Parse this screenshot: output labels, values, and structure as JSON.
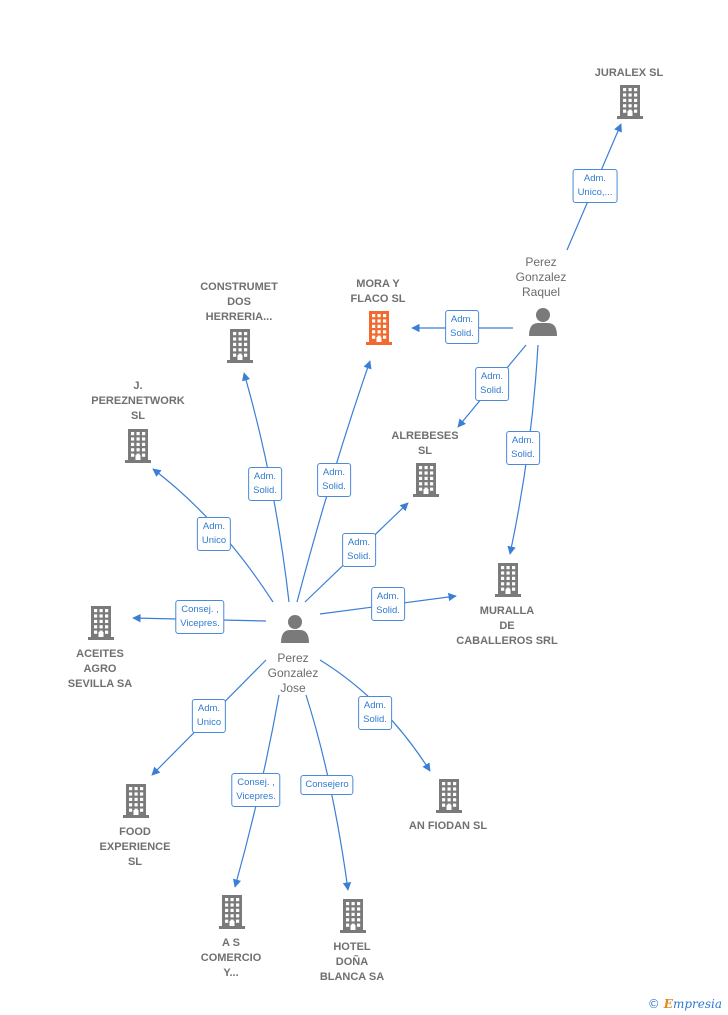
{
  "nodes": [
    {
      "id": "juralex",
      "type": "company",
      "highlight": false,
      "label": [
        "JURALEX  SL"
      ]
    },
    {
      "id": "raquel",
      "type": "person",
      "highlight": false,
      "label": [
        "Perez",
        "Gonzalez",
        "Raquel"
      ]
    },
    {
      "id": "mora",
      "type": "company",
      "highlight": true,
      "label": [
        "MORA  Y",
        "FLACO  SL"
      ]
    },
    {
      "id": "construmet",
      "type": "company",
      "highlight": false,
      "label": [
        "CONSTRUMET",
        "DOS",
        "HERRERIA..."
      ]
    },
    {
      "id": "pereznetwork",
      "type": "company",
      "highlight": false,
      "label": [
        "J.",
        "PEREZNETWORK",
        "SL"
      ]
    },
    {
      "id": "alrebeses",
      "type": "company",
      "highlight": false,
      "label": [
        "ALREBESES",
        "SL"
      ]
    },
    {
      "id": "muralla",
      "type": "company",
      "highlight": false,
      "label": [
        "MURALLA",
        "DE",
        "CABALLEROS SRL"
      ]
    },
    {
      "id": "jose",
      "type": "person",
      "highlight": false,
      "label": [
        "Perez",
        "Gonzalez",
        "Jose"
      ]
    },
    {
      "id": "aceites",
      "type": "company",
      "highlight": false,
      "label": [
        "ACEITES",
        "AGRO",
        "SEVILLA SA"
      ]
    },
    {
      "id": "food",
      "type": "company",
      "highlight": false,
      "label": [
        "FOOD",
        "EXPERIENCE",
        "SL"
      ]
    },
    {
      "id": "ascomercio",
      "type": "company",
      "highlight": false,
      "label": [
        "A S",
        "COMERCIO",
        "Y..."
      ]
    },
    {
      "id": "hotel",
      "type": "company",
      "highlight": false,
      "label": [
        "HOTEL",
        "DOÑA",
        "BLANCA SA"
      ]
    },
    {
      "id": "anfiodan",
      "type": "company",
      "highlight": false,
      "label": [
        "AN FIODAN  SL"
      ]
    }
  ],
  "edges": [
    {
      "from": "raquel",
      "to": "juralex",
      "label": [
        "Adm.",
        "Unico,..."
      ]
    },
    {
      "from": "raquel",
      "to": "mora",
      "label": [
        "Adm.",
        "Solid."
      ]
    },
    {
      "from": "raquel",
      "to": "alrebeses",
      "label": [
        "Adm.",
        "Solid."
      ]
    },
    {
      "from": "raquel",
      "to": "muralla",
      "label": [
        "Adm.",
        "Solid."
      ]
    },
    {
      "from": "jose",
      "to": "construmet",
      "label": [
        "Adm.",
        "Solid."
      ]
    },
    {
      "from": "jose",
      "to": "mora",
      "label": [
        "Adm.",
        "Solid."
      ]
    },
    {
      "from": "jose",
      "to": "pereznetwork",
      "label": [
        "Adm.",
        "Unico"
      ]
    },
    {
      "from": "jose",
      "to": "alrebeses",
      "label": [
        "Adm.",
        "Solid."
      ]
    },
    {
      "from": "jose",
      "to": "muralla",
      "label": [
        "Adm.",
        "Solid."
      ]
    },
    {
      "from": "jose",
      "to": "aceites",
      "label": [
        "Consej. ,",
        "Vicepres."
      ]
    },
    {
      "from": "jose",
      "to": "food",
      "label": [
        "Adm.",
        "Unico"
      ]
    },
    {
      "from": "jose",
      "to": "ascomercio",
      "label": [
        "Consej. ,",
        "Vicepres."
      ]
    },
    {
      "from": "jose",
      "to": "hotel",
      "label": [
        "Consejero"
      ]
    },
    {
      "from": "jose",
      "to": "anfiodan",
      "label": [
        "Adm.",
        "Solid."
      ]
    }
  ],
  "colors": {
    "edge": "#3a7fd5",
    "building": "#7a7a7a",
    "building_highlight": "#f26a2e",
    "person": "#7a7a7a"
  },
  "icons": {
    "company": "building-icon",
    "person": "person-icon"
  },
  "brand": {
    "symbol": "©",
    "name_initial": "E",
    "name_rest": "mpresia"
  }
}
